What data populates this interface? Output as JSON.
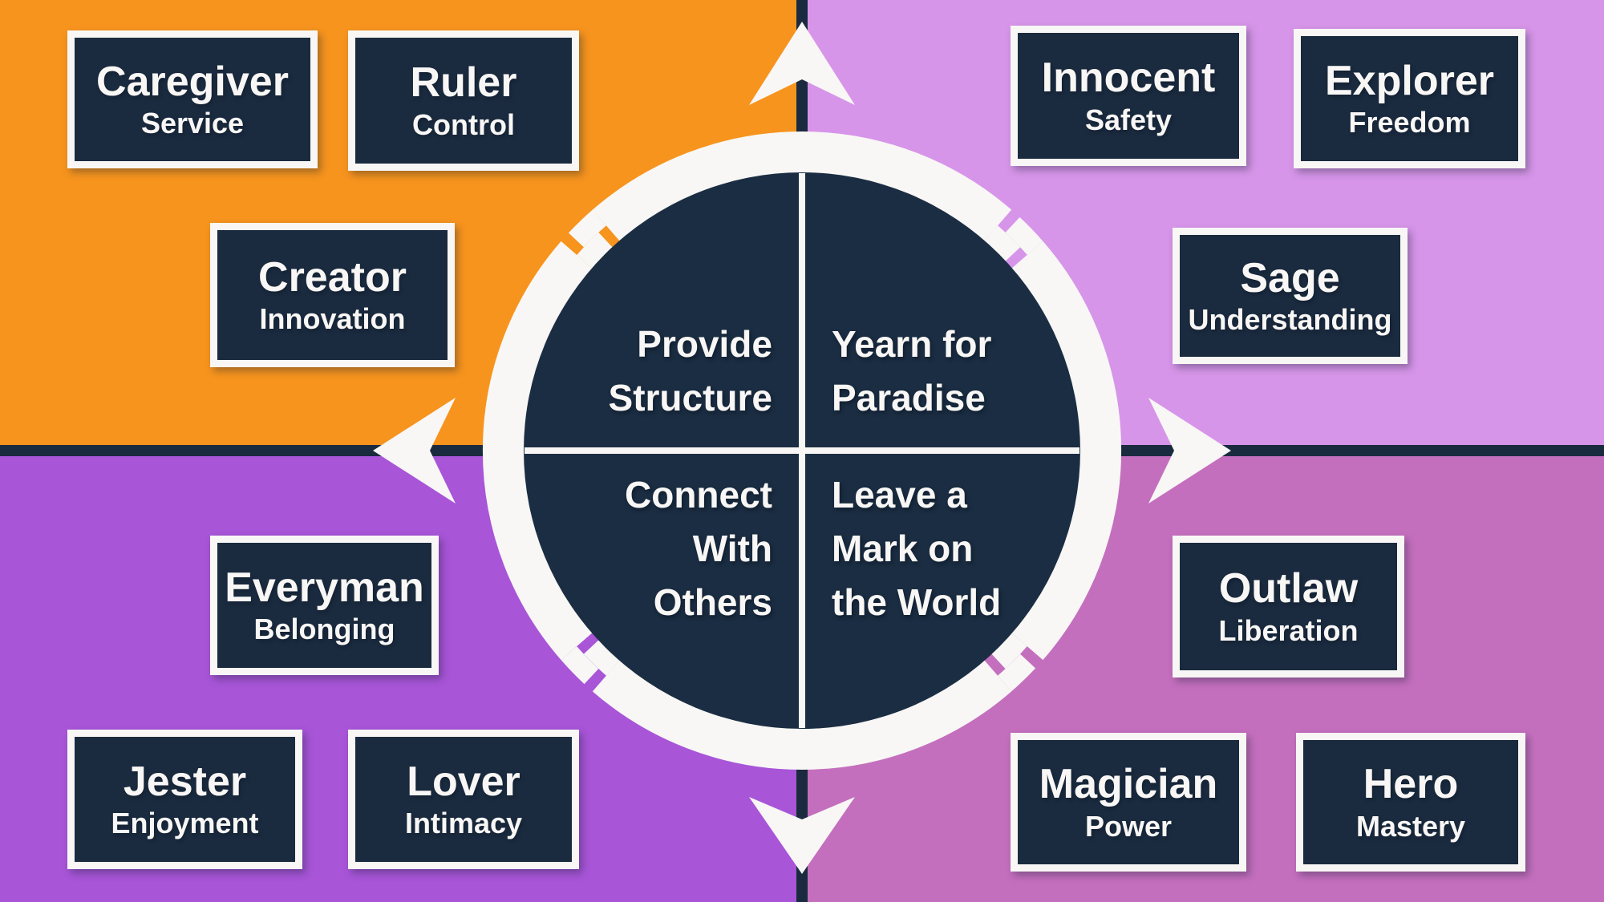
{
  "colors": {
    "orange": "#F7941E",
    "lavender": "#D795E9",
    "purple": "#A855D8",
    "mauve": "#C46FBE",
    "navy": "#1B2B3F",
    "circle-navy": "#1B2D42",
    "white": "#F8F7F5"
  },
  "icons": {
    "up": "arrow-up-icon",
    "down": "arrow-down-icon",
    "left": "arrow-left-icon",
    "right": "arrow-right-icon",
    "ring": "cycle-ring-icon"
  },
  "center": {
    "top_left_need": "Provide Structure",
    "top_right_need": "Yearn for Paradise",
    "bottom_left_need": "Connect With Others",
    "bottom_right_need": "Leave a Mark on the World"
  },
  "quadrants": {
    "top_left": {
      "archetypes": [
        {
          "name": "Caregiver",
          "drive": "Service"
        },
        {
          "name": "Ruler",
          "drive": "Control"
        },
        {
          "name": "Creator",
          "drive": "Innovation"
        }
      ]
    },
    "top_right": {
      "archetypes": [
        {
          "name": "Innocent",
          "drive": "Safety"
        },
        {
          "name": "Explorer",
          "drive": "Freedom"
        },
        {
          "name": "Sage",
          "drive": "Understanding"
        }
      ]
    },
    "bottom_left": {
      "archetypes": [
        {
          "name": "Everyman",
          "drive": "Belonging"
        },
        {
          "name": "Jester",
          "drive": "Enjoyment"
        },
        {
          "name": "Lover",
          "drive": "Intimacy"
        }
      ]
    },
    "bottom_right": {
      "archetypes": [
        {
          "name": "Outlaw",
          "drive": "Liberation"
        },
        {
          "name": "Magician",
          "drive": "Power"
        },
        {
          "name": "Hero",
          "drive": "Mastery"
        }
      ]
    }
  }
}
